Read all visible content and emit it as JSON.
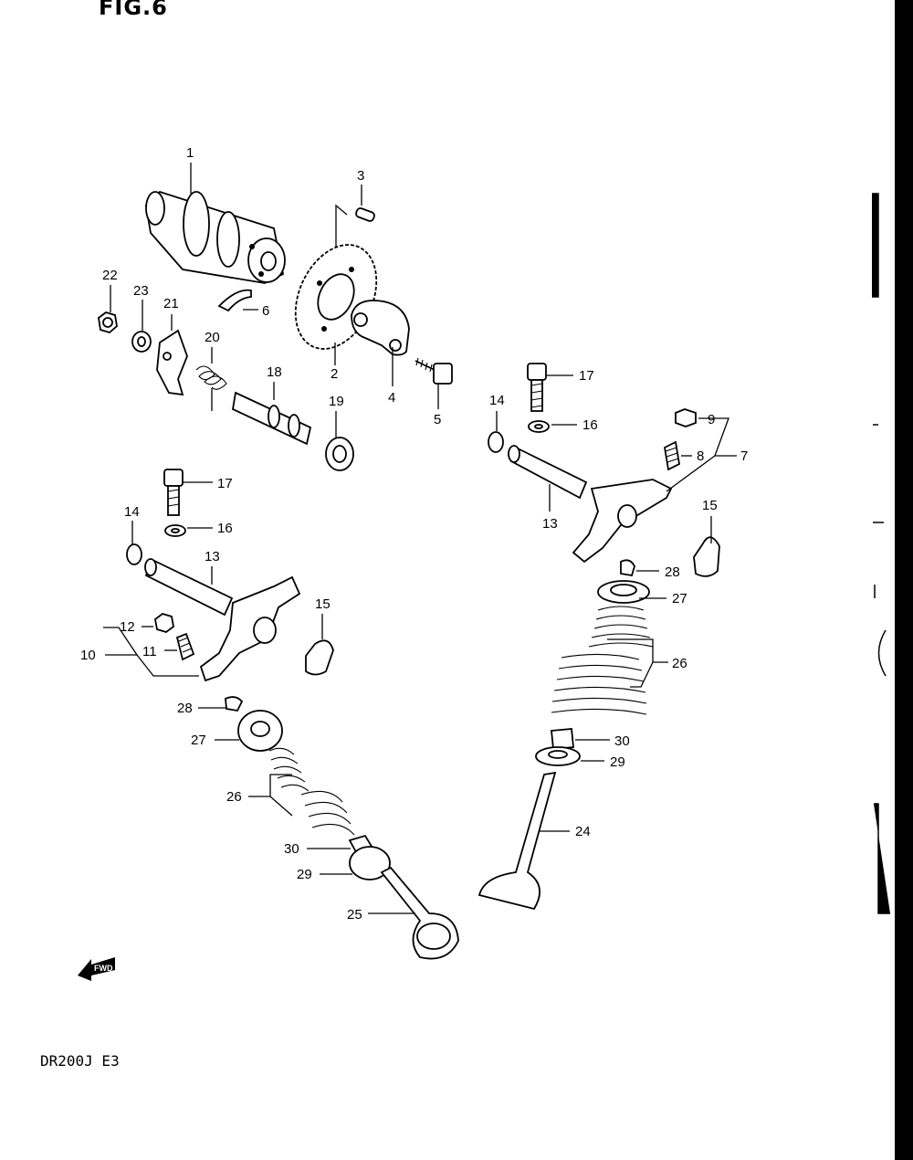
{
  "figure": {
    "title": "FIG.6",
    "model_code": "DR200J E3",
    "fwd_label": "FWD"
  },
  "callouts": {
    "c1": "1",
    "c2": "2",
    "c3": "3",
    "c4": "4",
    "c5": "5",
    "c6": "6",
    "c7": "7",
    "c8": "8",
    "c9": "9",
    "c10": "10",
    "c11": "11",
    "c12": "12",
    "c13a": "13",
    "c13b": "13",
    "c14a": "14",
    "c14b": "14",
    "c15a": "15",
    "c15b": "15",
    "c16a": "16",
    "c16b": "16",
    "c17a": "17",
    "c17b": "17",
    "c18": "18",
    "c19": "19",
    "c20": "20",
    "c21": "21",
    "c22": "22",
    "c23": "23",
    "c24": "24",
    "c25": "25",
    "c26a": "26",
    "c26b": "26",
    "c27a": "27",
    "c27b": "27",
    "c28a": "28",
    "c28b": "28",
    "c29a": "29",
    "c29b": "29",
    "c30a": "30",
    "c30b": "30"
  }
}
